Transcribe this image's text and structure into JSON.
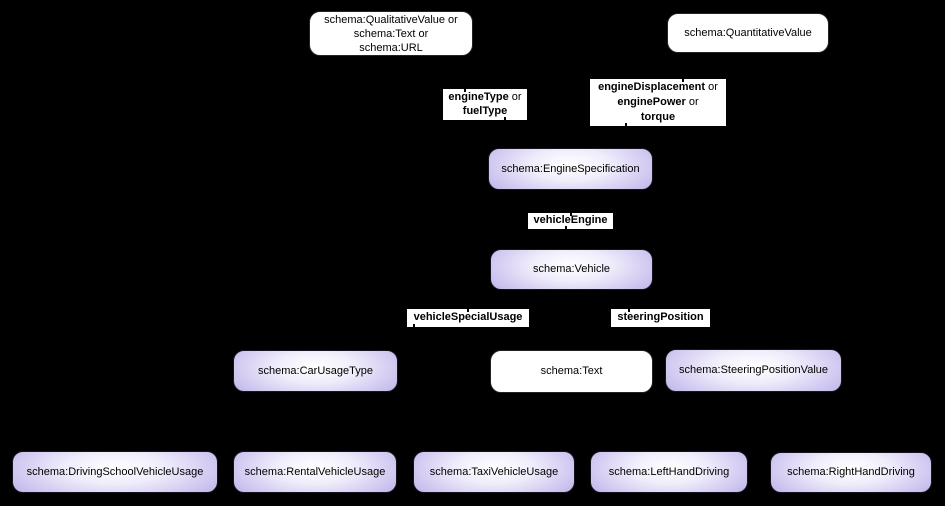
{
  "diagram": {
    "title": "schema.org Vehicle vocabulary diagram",
    "background_color": "#000000",
    "node_border_color": "#232323",
    "node_white_fill": "#ffffff",
    "node_lavender_outer": "#a89ae2",
    "node_lavender_center": "#ffffff",
    "edge_label_background": "#ffffff",
    "text_color": "#000000"
  },
  "nodes": {
    "qualitative": {
      "lines": [
        "schema:QualitativeValue or",
        "schema:Text or",
        "schema:URL"
      ]
    },
    "quantitative": {
      "label": "schema:QuantitativeValue"
    },
    "engine_spec": {
      "label": "schema:EngineSpecification"
    },
    "vehicle": {
      "label": "schema:Vehicle"
    },
    "car_usage": {
      "label": "schema:CarUsageType"
    },
    "text": {
      "label": "schema:Text"
    },
    "steering_value": {
      "label": "schema:SteeringPositionValue"
    },
    "driving_school": {
      "label": "schema:DrivingSchoolVehicleUsage"
    },
    "rental": {
      "label": "schema:RentalVehicleUsage"
    },
    "taxi": {
      "label": "schema:TaxiVehicleUsage"
    },
    "left_hand": {
      "label": "schema:LeftHandDriving"
    },
    "right_hand": {
      "label": "schema:RightHandDriving"
    }
  },
  "edge_labels": {
    "engine_type": {
      "property1": "engineType",
      "or1": " or",
      "property2": "fuelType"
    },
    "engine_measures": {
      "property1": "engineDisplacement",
      "or1": " or",
      "property2": "enginePower",
      "or2": " or",
      "property3": "torque"
    },
    "vehicle_engine": {
      "property": "vehicleEngine"
    },
    "vehicle_special_usage": {
      "property": "vehicleSpecialUsage"
    },
    "steering_position": {
      "property": "steeringPosition"
    }
  }
}
